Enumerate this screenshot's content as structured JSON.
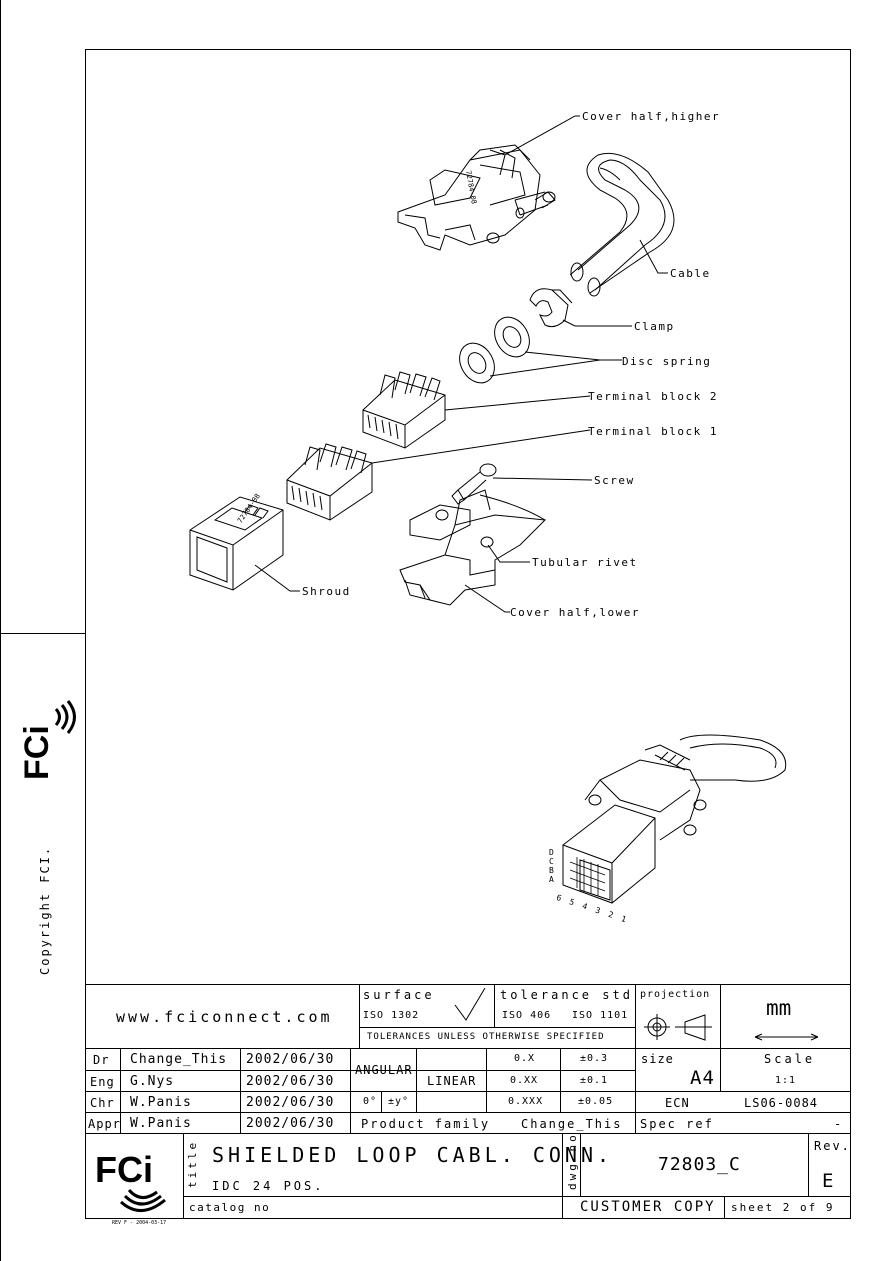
{
  "side": {
    "copyright": "Copyright FCI."
  },
  "labels": {
    "cover_higher": "Cover half,higher",
    "cable": "Cable",
    "clamp": "Clamp",
    "disc_spring": "Disc spring",
    "terminal_block_2": "Terminal block 2",
    "terminal_block_1": "Terminal block 1",
    "screw": "Screw",
    "tubular_rivet": "Tubular rivet",
    "shroud": "Shroud",
    "cover_lower": "Cover half,lower",
    "part_marking_a": "72784-08",
    "part_marking_b": "72784-08"
  },
  "assembly": {
    "rows": [
      "D",
      "C",
      "B",
      "A"
    ],
    "cols": "6 5 4 3 2 1"
  },
  "title_block": {
    "website": "www.fciconnect.com",
    "surface_label": "surface",
    "surface_std": "ISO 1302",
    "tolerance_label": "tolerance std",
    "tol_std_1": "ISO 406",
    "tol_std_2": "ISO 1101",
    "tol_note": "TOLERANCES UNLESS OTHERWISE SPECIFIED",
    "projection_label": "projection",
    "units": "mm",
    "rows": [
      {
        "role": "Dr",
        "name": "Change_This",
        "date": "2002/06/30"
      },
      {
        "role": "Eng",
        "name": "G.Nys",
        "date": "2002/06/30"
      },
      {
        "role": "Chr",
        "name": "W.Panis",
        "date": "2002/06/30"
      },
      {
        "role": "Appr",
        "name": "W.Panis",
        "date": "2002/06/30"
      }
    ],
    "angular": "ANGULAR",
    "ang_1": "0°",
    "ang_2": "±y°",
    "linear": "LINEAR",
    "lin_rows": [
      {
        "dim": "0.X",
        "tol": "±0.3"
      },
      {
        "dim": "0.XX",
        "tol": "±0.1"
      },
      {
        "dim": "0.XXX",
        "tol": "±0.05"
      }
    ],
    "size_label": "size",
    "size_value": "A4",
    "scale_label": "Scale",
    "scale_value": "1:1",
    "ecn_label": "ECN",
    "ecn_value": "LS06-0084",
    "product_family_label": "Product family",
    "product_family_value": "Change_This",
    "spec_ref_label": "Spec ref",
    "spec_ref_value": "-",
    "title_label": "title",
    "title_1": "SHIELDED LOOP CABL. CONN.",
    "title_2": "IDC 24 POS.",
    "dwg_no_label": "dwg no",
    "dwg_no": "72803_C",
    "rev_label": "Rev.",
    "rev_value": "E",
    "catalog_label": "catalog no",
    "customer_copy": "CUSTOMER COPY",
    "sheet": "sheet 2 of 9",
    "footer_code": "REV F - 2004-03-17"
  }
}
